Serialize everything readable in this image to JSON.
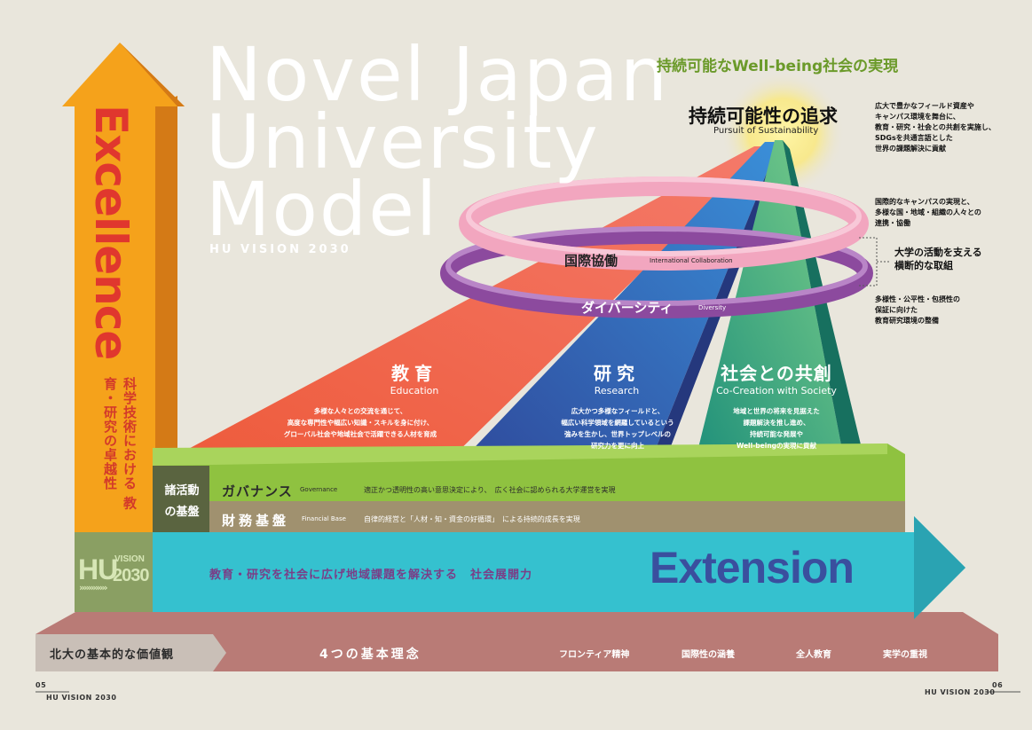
{
  "title": {
    "line1": "Novel Japan",
    "line2": "University",
    "line3": "Model",
    "subtitle": "HU VISION 2030"
  },
  "headline": "持続可能なWell-being社会の実現",
  "pursuit": {
    "jp": "持続可能性の追求",
    "en": "Pursuit of Sustainability",
    "note": [
      "広大で豊かなフィールド資産や",
      "キャンパス環境を舞台に、",
      "教育・研究・社会との共創を実施し、",
      "SDGsを共通言語とした",
      "世界の課題解決に貢献"
    ]
  },
  "international": {
    "jp": "国際協働",
    "en": "International Collaboration",
    "note": [
      "国際的なキャンパスの実現と、",
      "多様な国・地域・組織の人々との",
      "連携・協働"
    ]
  },
  "diversity": {
    "jp": "ダイバーシティ",
    "en": "Diversity",
    "note": [
      "多様性・公平性・包摂性の",
      "保証に向けた",
      "教育研究環境の整備"
    ]
  },
  "support_label": [
    "大学の活動を支える",
    "横断的な取組"
  ],
  "pillars": {
    "education": {
      "jp": "教育",
      "en": "Education",
      "desc": [
        "多様な人々との交流を通じて、",
        "高度な専門性や幅広い知識・スキルを身に付け、",
        "グローバル社会や地域社会で活躍できる人材を育成"
      ]
    },
    "research": {
      "jp": "研究",
      "en": "Research",
      "desc": [
        "広大かつ多様なフィールドと、",
        "幅広い科学領域を網羅しているという",
        "強みを生かし、世界トップレベルの",
        "研究力を更に向上"
      ]
    },
    "society": {
      "jp": "社会との共創",
      "en": "Co-Creation with Society",
      "desc": [
        "地域と世界の将来を見据えた",
        "課題解決を推し進め、",
        "持続可能な発展や",
        "Well-beingの実現に貢献"
      ]
    }
  },
  "excellence": {
    "en": "Excellence",
    "jp": "科学技術における 教育・研究の卓越性"
  },
  "foundation": {
    "label": [
      "諸活動",
      "の基盤"
    ],
    "governance": {
      "jp": "ガバナンス",
      "en": "Governance",
      "desc": "適正かつ透明性の高い意思決定により、　広く社会に認められる大学運営を実現"
    },
    "financial": {
      "jp": "財務基盤",
      "en": "Financial Base",
      "desc": "自律的経営と「人材・知・資金の好循環」　による持続的成長を実現"
    }
  },
  "extension": {
    "text": "教育・研究を社会に広げ地域課題を解決する　社会展開力",
    "en": "Extension"
  },
  "logo": {
    "hu": "HU",
    "vision": "VISION",
    "year": "2030",
    "chevrons": "»»»»»»"
  },
  "base": {
    "label": "北大の基本的な価値観",
    "main": "4つの基本理念",
    "items": [
      "フロンティア精神",
      "国際性の涵養",
      "全人教育",
      "実学の重視"
    ]
  },
  "footer": {
    "left_page": "05",
    "left_text": "HU VISION 2030",
    "right_page": "06",
    "right_text": "HU VISION 2030"
  },
  "colors": {
    "excellence": "#f5a21b",
    "education": "#f06150",
    "research": "#3d56a8",
    "society": "#3fb89a",
    "extension": "#35c1cf",
    "governance": "#8fc240",
    "financial": "#a0916f",
    "base": "#b97b76",
    "international": "#f2a6bf",
    "diversity": "#8c4a9e"
  }
}
